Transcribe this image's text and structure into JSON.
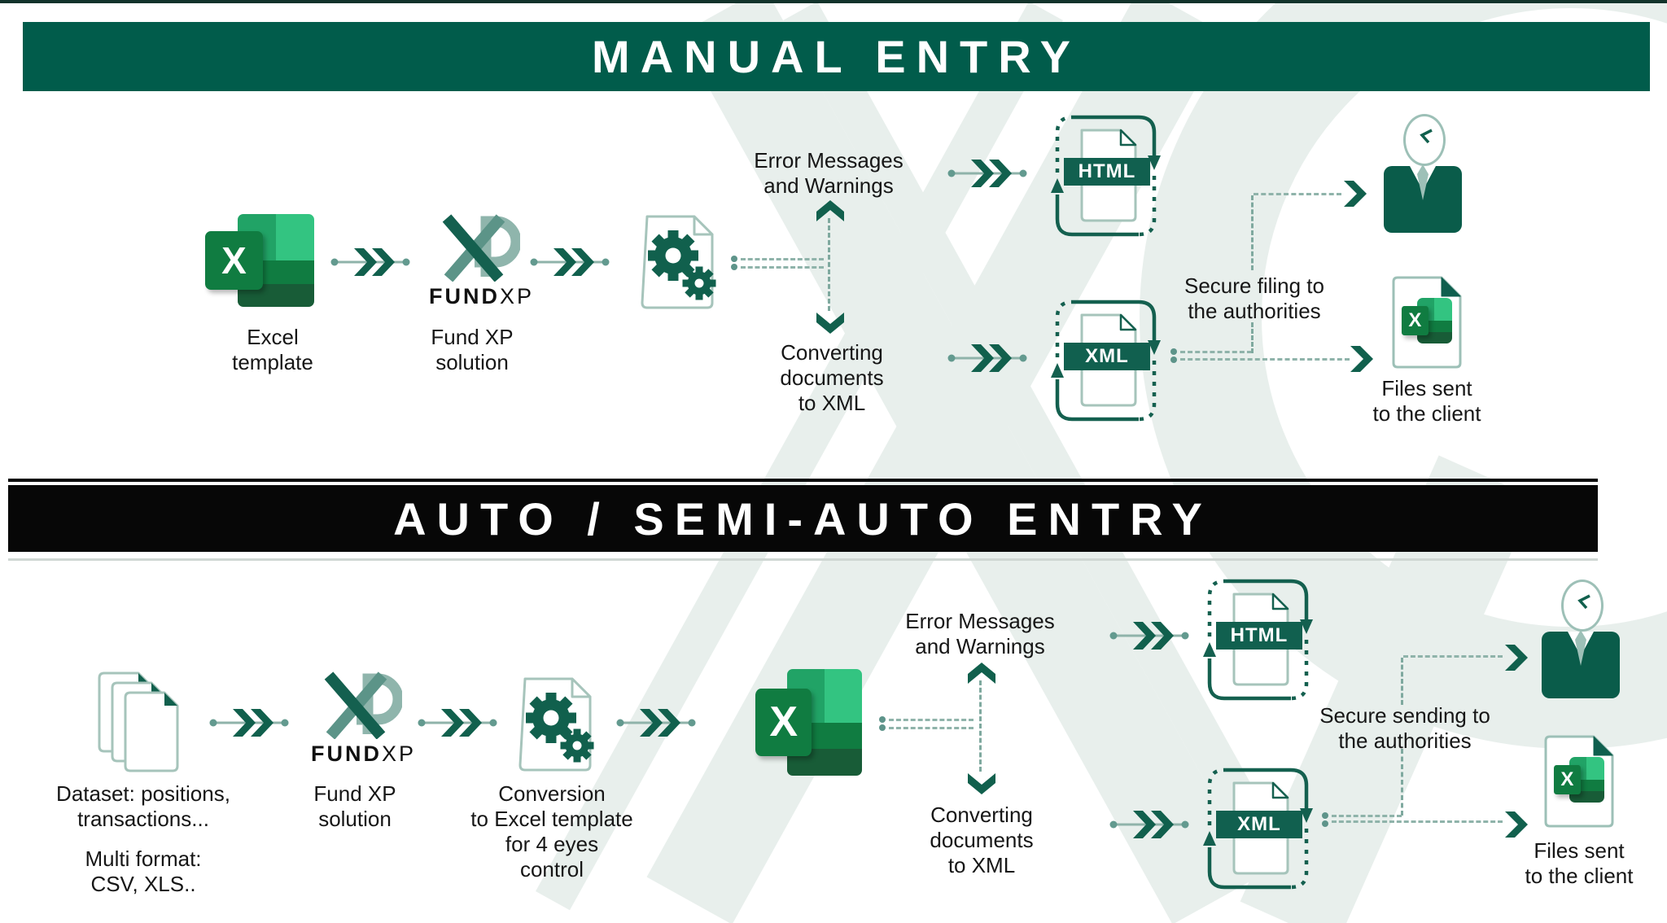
{
  "banners": {
    "manual": "MANUAL ENTRY",
    "auto": "AUTO / SEMI-AUTO ENTRY"
  },
  "brand": {
    "fund": "FUND",
    "xp": "XP",
    "excel_letter": "X"
  },
  "colors": {
    "banner_teal": "#015C4B",
    "banner_black": "#070707",
    "accent_dark_green": "#11604D",
    "accent_light_teal": "#9DC0B7",
    "excel_dark": "#185C37",
    "excel_mid": "#107C41",
    "excel_medium": "#21A366",
    "excel_light": "#33C481",
    "watermark": "#E8EFEC"
  },
  "manual_flow": {
    "source_label": [
      "Excel",
      "template"
    ],
    "engine_label": [
      "Fund XP",
      "solution"
    ],
    "error_label": [
      "Error Messages",
      "and Warnings"
    ],
    "convert_label": [
      "Converting documents",
      "to XML"
    ],
    "html_badge": "HTML",
    "xml_badge": "XML",
    "secure_label": [
      "Secure filing to",
      "the authorities"
    ],
    "client_label": [
      "Files sent",
      "to the client"
    ]
  },
  "auto_flow": {
    "dataset_label": [
      "Dataset: positions,",
      "transactions..."
    ],
    "format_label": [
      "Multi format:",
      "CSV, XLS.."
    ],
    "engine_label": [
      "Fund XP",
      "solution"
    ],
    "conversion_label": [
      "Conversion",
      "to Excel template",
      "for 4 eyes",
      "control"
    ],
    "error_label": [
      "Error Messages",
      "and Warnings"
    ],
    "convert_label": [
      "Converting documents",
      "to XML"
    ],
    "html_badge": "HTML",
    "xml_badge": "XML",
    "secure_label": [
      "Secure sending to",
      "the authorities"
    ],
    "client_label": [
      "Files sent",
      "to the client"
    ]
  }
}
